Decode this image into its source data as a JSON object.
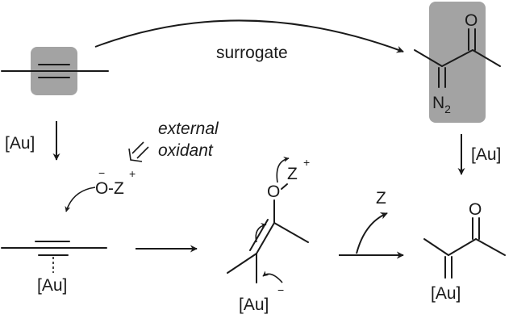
{
  "labels": {
    "surrogate": "surrogate",
    "au_catalyst": "[Au]",
    "external": "external",
    "oxidant": "oxidant",
    "oxidant_oxygen": "O",
    "oxidant_charge_minus": "−",
    "oxidant_z": "-Z",
    "oxidant_charge_plus": "+",
    "diazo_n2": "N",
    "diazo_n2_sub": "2",
    "carbonyl_o": "O",
    "intermediate_o": "O",
    "intermediate_z": "Z",
    "intermediate_charge_plus": "+",
    "intermediate_charge_minus": "−",
    "leaving_z": "Z",
    "complex_au": "[Au]",
    "vinyl_au": "[Au]",
    "carbene_au": "[Au]",
    "carbene_o": "O"
  },
  "colors": {
    "highlight_box": "#a3a3a3",
    "ink": "#1a1a1a"
  }
}
